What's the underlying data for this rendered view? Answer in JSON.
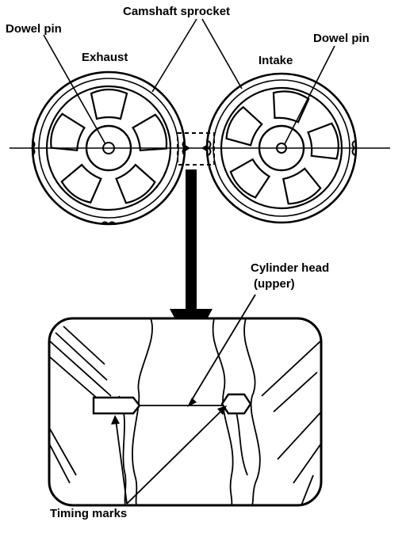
{
  "labels": {
    "camshaft_sprocket": "Camshaft sprocket",
    "dowel_pin_left": "Dowel pin",
    "dowel_pin_right": "Dowel pin",
    "exhaust": "Exhaust",
    "intake": "Intake",
    "cylinder_head_line1": "Cylinder head",
    "cylinder_head_line2": "(upper)",
    "timing_marks": "Timing marks"
  },
  "colors": {
    "ink": "#000000",
    "paper": "#ffffff"
  }
}
